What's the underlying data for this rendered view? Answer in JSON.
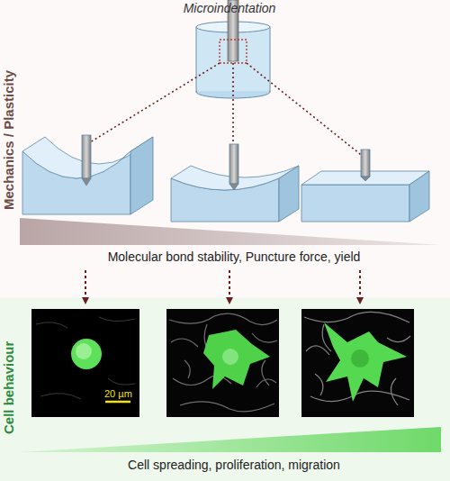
{
  "diagram": {
    "nodes": [
      {
        "text": [
          "Microindentation",
          "Mechanics / Plasticity",
          "Molecular bond stability, Puncture force, yield"
        ]
      },
      {
        "text": [
          "Cell behaviour",
          "Cell spreading, proliferation, migration"
        ]
      }
    ],
    "labels": [
      "20 µm"
    ]
  }
}
